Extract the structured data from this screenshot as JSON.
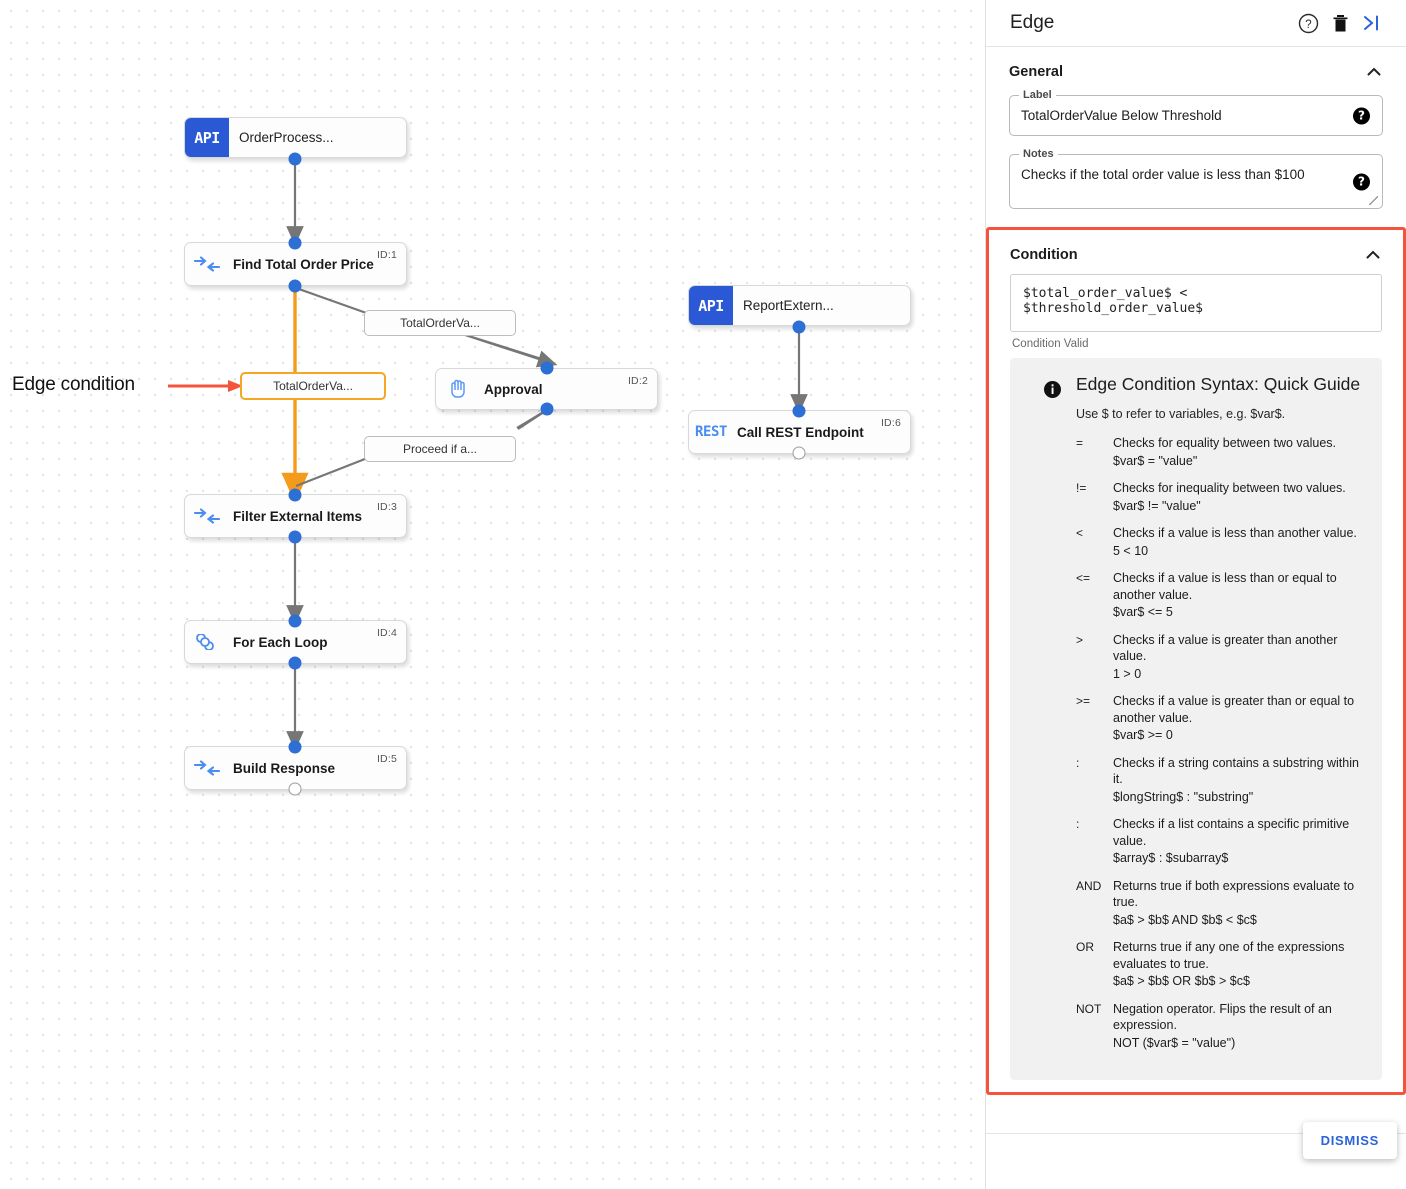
{
  "canvas": {
    "annotation": {
      "label": "Edge condition"
    },
    "nodes": [
      {
        "id": "order-process",
        "badge": "API",
        "title": "OrderProcess...",
        "idlabel": ""
      },
      {
        "id": "find-total",
        "badge": "flow",
        "title": "Find Total Order Price",
        "idlabel": "ID:1"
      },
      {
        "id": "approval",
        "badge": "hand",
        "title": "Approval",
        "idlabel": "ID:2"
      },
      {
        "id": "filter-items",
        "badge": "flow",
        "title": "Filter External Items",
        "idlabel": "ID:3"
      },
      {
        "id": "for-each",
        "badge": "loop",
        "title": "For Each Loop",
        "idlabel": "ID:4"
      },
      {
        "id": "build-resp",
        "badge": "flow",
        "title": "Build Response",
        "idlabel": "ID:5"
      },
      {
        "id": "report-ext",
        "badge": "API",
        "title": "ReportExtern...",
        "idlabel": ""
      },
      {
        "id": "call-rest",
        "badge": "REST",
        "title": "Call REST Endpoint",
        "idlabel": "ID:6"
      }
    ],
    "edge_chips": [
      {
        "id": "chip-upper",
        "text": "TotalOrderVa...",
        "selected": false
      },
      {
        "id": "chip-selected",
        "text": "TotalOrderVa...",
        "selected": true
      },
      {
        "id": "chip-proceed",
        "text": "Proceed if a...",
        "selected": false
      }
    ],
    "colors": {
      "selected_edge": "#f5a623",
      "port": "#2d6fd4",
      "edge": "#767676",
      "annotation": "#f4543c"
    }
  },
  "panel": {
    "title": "Edge",
    "icons": {
      "help": "help-circle-icon",
      "delete": "trash-icon",
      "collapse": "collapse-panel-icon"
    },
    "general": {
      "heading": "General",
      "label_field": {
        "label": "Label",
        "value": "TotalOrderValue Below Threshold"
      },
      "notes_field": {
        "label": "Notes",
        "value": "Checks if the total order value is less than $100"
      }
    },
    "condition": {
      "heading": "Condition",
      "expression": "$total_order_value$ < $threshold_order_value$",
      "status": "Condition Valid",
      "highlight_color": "#f4543c",
      "guide": {
        "title": "Edge Condition Syntax: Quick Guide",
        "intro": "Use $ to refer to variables, e.g. $var$.",
        "operators": [
          {
            "op": "=",
            "desc": "Checks for equality between two values.",
            "example": "$var$ = \"value\""
          },
          {
            "op": "!=",
            "desc": "Checks for inequality between two values.",
            "example": "$var$ != \"value\""
          },
          {
            "op": "<",
            "desc": "Checks if a value is less than another value.",
            "example": "5 < 10"
          },
          {
            "op": "<=",
            "desc": "Checks if a value is less than or equal to another value.",
            "example": "$var$ <= 5"
          },
          {
            "op": ">",
            "desc": "Checks if a value is greater than another value.",
            "example": "1 > 0"
          },
          {
            "op": ">=",
            "desc": "Checks if a value is greater than or equal to another value.",
            "example": "$var$ >= 0"
          },
          {
            "op": ":",
            "desc": "Checks if a string contains a substring within it.",
            "example": "$longString$ : \"substring\""
          },
          {
            "op": ":",
            "desc": "Checks if a list contains a specific primitive value.",
            "example": "$array$ : $subarray$"
          },
          {
            "op": "AND",
            "desc": "Returns true if both expressions evaluate to true.",
            "example": "$a$ > $b$ AND $b$ < $c$"
          },
          {
            "op": "OR",
            "desc": "Returns true if any one of the expressions evaluates to true.",
            "example": "$a$ > $b$ OR $b$ > $c$"
          },
          {
            "op": "NOT",
            "desc": "Negation operator. Flips the result of an expression.",
            "example": "NOT ($var$ = \"value\")"
          }
        ]
      }
    },
    "dismiss_label": "DISMISS"
  }
}
